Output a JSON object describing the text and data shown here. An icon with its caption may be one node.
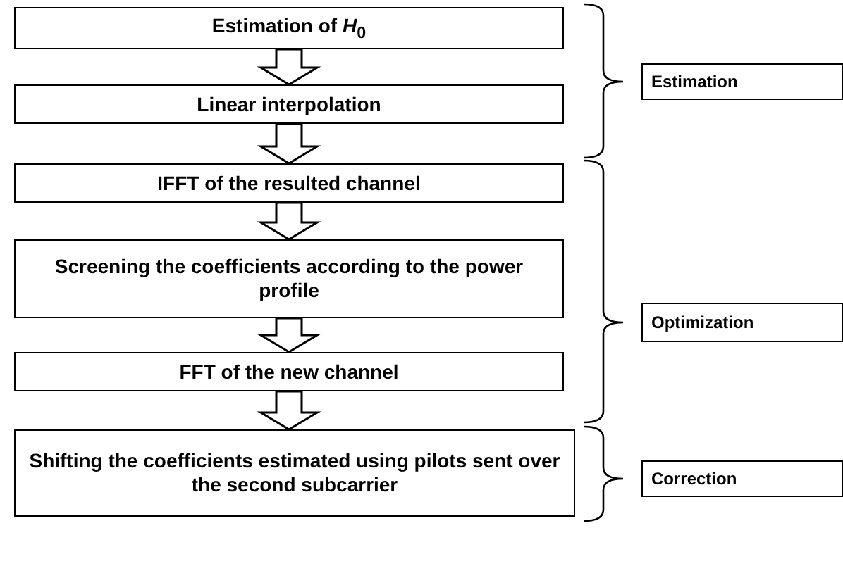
{
  "diagram": {
    "nodes": [
      {
        "text": [
          "Estimation of *H*$_{0}$"
        ]
      },
      {
        "text": [
          "Linear interpolation"
        ]
      },
      {
        "text": [
          "IFFT of the resulted channel"
        ]
      },
      {
        "text": [
          "Screening the coefficients according to the power profile"
        ]
      },
      {
        "text": [
          "FFT of the new channel"
        ]
      },
      {
        "text": [
          "Shifting the coefficients estimated using pilots sent over the second subcarrier"
        ]
      },
      {
        "text": [
          "Estimation"
        ]
      },
      {
        "text": [
          "Optimization"
        ]
      },
      {
        "text": [
          "Correction"
        ]
      }
    ],
    "edges": [
      {
        "from": 0,
        "to": 1,
        "arrow": "to"
      },
      {
        "from": 1,
        "to": 2,
        "arrow": "to"
      },
      {
        "from": 2,
        "to": 3,
        "arrow": "to"
      },
      {
        "from": 3,
        "to": 4,
        "arrow": "to"
      },
      {
        "from": 4,
        "to": 5,
        "arrow": "to"
      }
    ]
  }
}
